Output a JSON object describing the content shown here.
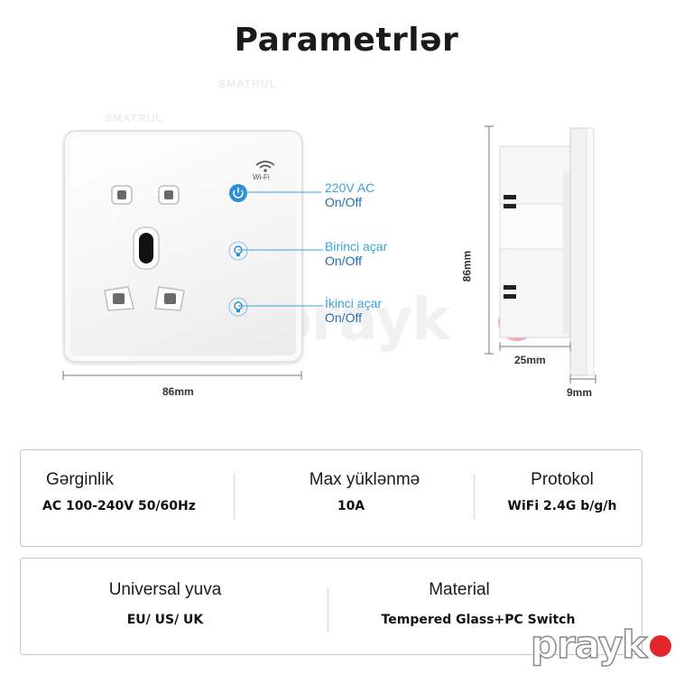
{
  "title": "Parametrlər",
  "watermark_text": "SMATRUL",
  "brand": {
    "text": "prayk",
    "dot_color": "#e3262a"
  },
  "panel": {
    "wifi_label": "Wi-Fi",
    "callouts": [
      {
        "line1": "220V AC",
        "line2": "On/Off",
        "icon": "power-icon"
      },
      {
        "line1": "Birinci açar",
        "line2": "On/Off",
        "icon": "bulb-icon"
      },
      {
        "line1": "İkinci açar",
        "line2": "On/Off",
        "icon": "bulb-icon"
      }
    ],
    "width_label": "86mm"
  },
  "side_view": {
    "height_label": "86mm",
    "depth_label": "25mm",
    "thickness_label": "9mm"
  },
  "specs_row1": [
    {
      "label": "Gərginlik",
      "value": "AC 100-240V  50/60Hz"
    },
    {
      "label": "Max yüklənmə",
      "value": "10A"
    },
    {
      "label": "Protokol",
      "value": "WiFi 2.4G b/g/h"
    }
  ],
  "specs_row2": [
    {
      "label": "Universal yuva",
      "value": "EU/ US/ UK"
    },
    {
      "label": "Material",
      "value": "Tempered Glass+PC Switch"
    }
  ],
  "colors": {
    "accent_blue": "#39a3dc",
    "accent_dark_blue": "#1f6fb5",
    "brand_red": "#e3262a"
  }
}
